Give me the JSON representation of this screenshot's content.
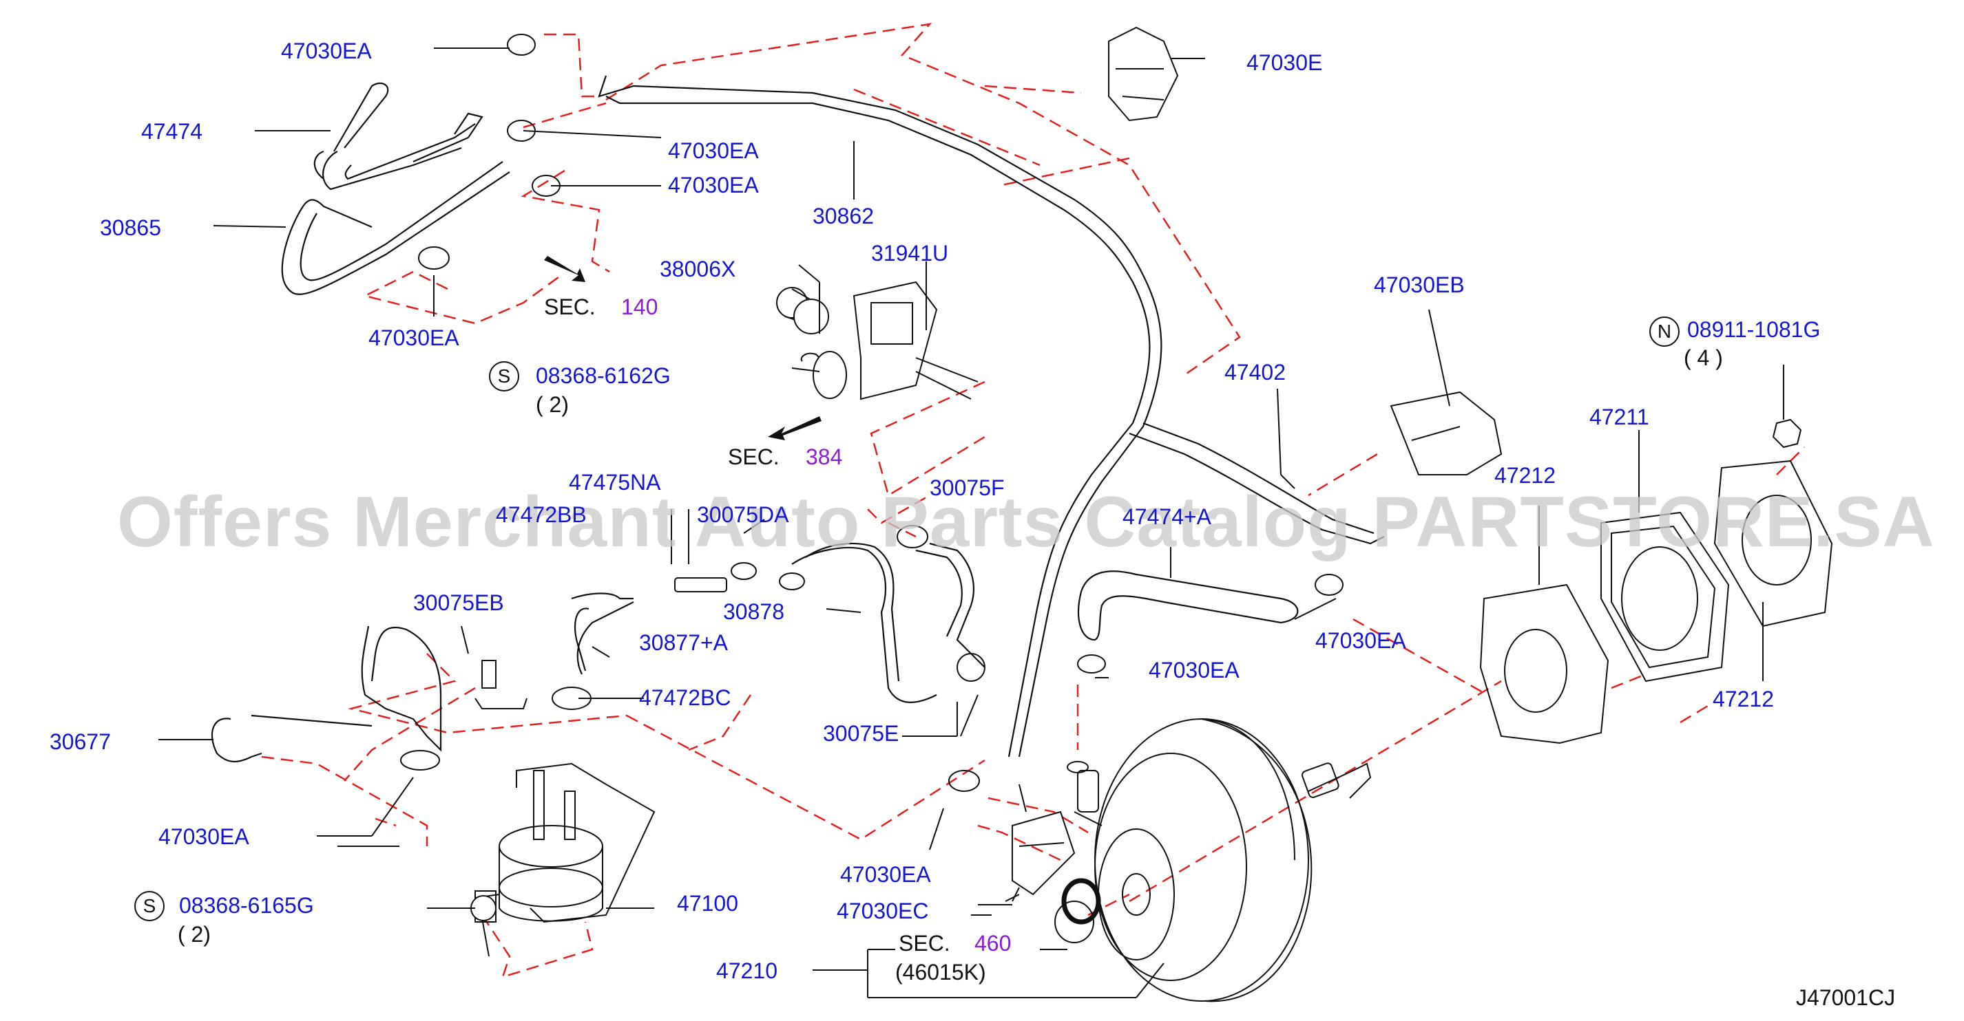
{
  "diagram": {
    "code": "J47001CJ",
    "watermark": "Offers Merchant Auto Parts Catalog PARTSTORE.SA",
    "labels": [
      "47030EA",
      "47474",
      "30865",
      "47030EA",
      "47030EA",
      "47030EA",
      "30862",
      "47030E",
      "38006X",
      "31941U",
      "47030EB",
      "N08911-1081G",
      "47402",
      "47211",
      "47212",
      "47475NA",
      "47472BB",
      "30075DA",
      "30075F",
      "47474+A",
      "30878",
      "30877+A",
      "30075EB",
      "47472BC",
      "30677",
      "47030EA",
      "30075E",
      "47030EA",
      "47030EA",
      "47030EC",
      "47100",
      "47210",
      "47212"
    ],
    "part_numbers": {
      "p47030EA_a": "47030EA",
      "p47474": "47474",
      "p30865": "30865",
      "p47030EA_b": "47030EA",
      "p47030EA_c": "47030EA",
      "p47030EA_d": "47030EA",
      "p30862": "30862",
      "p47030E": "47030E",
      "p38006X": "38006X",
      "p31941U": "31941U",
      "p08368_6162G": "08368-6162G",
      "p47030EB": "47030EB",
      "p08911_1081G": "08911-1081G",
      "p47402": "47402",
      "p47211": "47211",
      "p47212_a": "47212",
      "p47475NA": "47475NA",
      "p47472BB": "47472BB",
      "p30075DA": "30075DA",
      "p30075F": "30075F",
      "p47474A": "47474+A",
      "p30878": "30878",
      "p30877A": "30877+A",
      "p30075EB": "30075EB",
      "p47472BC": "47472BC",
      "p30677": "30677",
      "p47030EA_e": "47030EA",
      "p30075E": "30075E",
      "p47030EA_f": "47030EA",
      "p47030EA_g": "47030EA",
      "p47030EA_h": "47030EA",
      "p47030EC": "47030EC",
      "p47100": "47100",
      "p08368_6165G": "08368-6165G",
      "p47210": "47210",
      "p47212_b": "47212",
      "p46015K": "(46015K)"
    },
    "quantities": {
      "q_6162G": "( 2)",
      "q_6165G": "( 2)",
      "q_1081G": "( 4 )"
    },
    "symbols": {
      "s_a": "S",
      "s_b": "S",
      "n_a": "N"
    },
    "sections": {
      "sec_label": "SEC.",
      "sec140": "140",
      "sec384": "384",
      "sec460": "460"
    },
    "colors": {
      "label": "#1515d6",
      "sec_number": "#8a1bd6",
      "dash": "#e32020",
      "line": "#111111"
    }
  }
}
